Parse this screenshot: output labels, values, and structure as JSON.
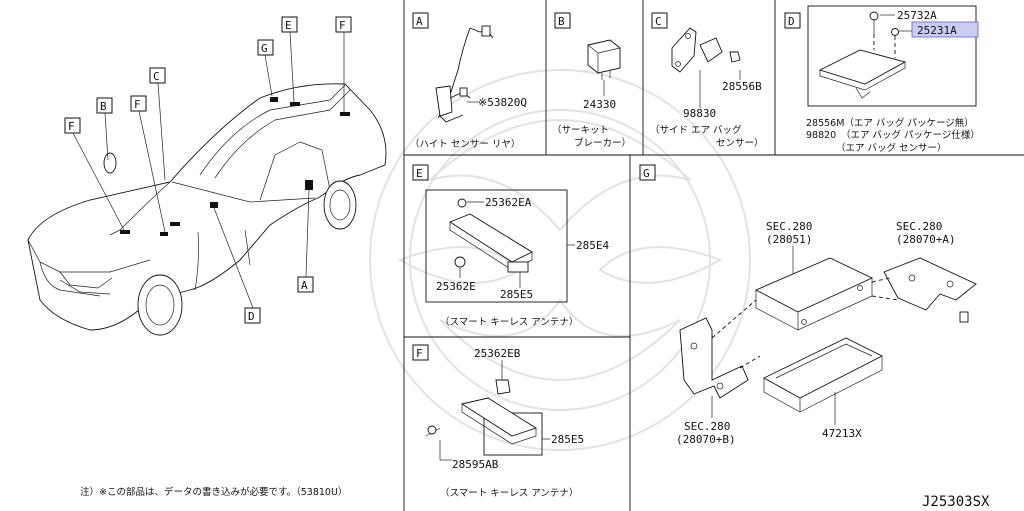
{
  "panels": {
    "A": {
      "letter": "A",
      "parts": [
        "※53820Q"
      ],
      "caption": "（ハイト センサー リヤ）"
    },
    "B": {
      "letter": "B",
      "parts": [
        "24330"
      ],
      "caption1": "（サーキット",
      "caption2": "ブレーカー）"
    },
    "C": {
      "letter": "C",
      "parts": [
        "28556B",
        "98830"
      ],
      "caption1": "（サイド エア バッグ",
      "caption2": "センサー）"
    },
    "D": {
      "letter": "D",
      "parts": [
        "25732A",
        "25231A"
      ],
      "caption1": "28556M（エア バッグ パッケージ無）",
      "caption2": "98820　（エア バッグ パッケージ仕様）",
      "caption3": "（エア バッグ センサー）"
    },
    "E": {
      "letter": "E",
      "parts": [
        "25362EA",
        "285E4",
        "25362E",
        "285E5"
      ],
      "caption": "（スマート キーレス アンテナ）"
    },
    "F": {
      "letter": "F",
      "parts": [
        "25362EB",
        "285E5",
        "28595AB"
      ],
      "caption": "（スマート キーレス アンテナ）"
    },
    "G": {
      "letter": "G",
      "parts": [
        "SEC.280",
        "(28051)",
        "SEC.280",
        "(28070+A)",
        "SEC.280",
        "(28070+B)",
        "47213X"
      ]
    }
  },
  "car_tags": [
    "G",
    "E",
    "F",
    "C",
    "B",
    "F",
    "F",
    "D",
    "A"
  ],
  "highlight_color": "#c9cdf2",
  "footnote": "注）※この部品は、データの書き込みが必要です。（53810U）",
  "diagram_id": "J25303SX"
}
